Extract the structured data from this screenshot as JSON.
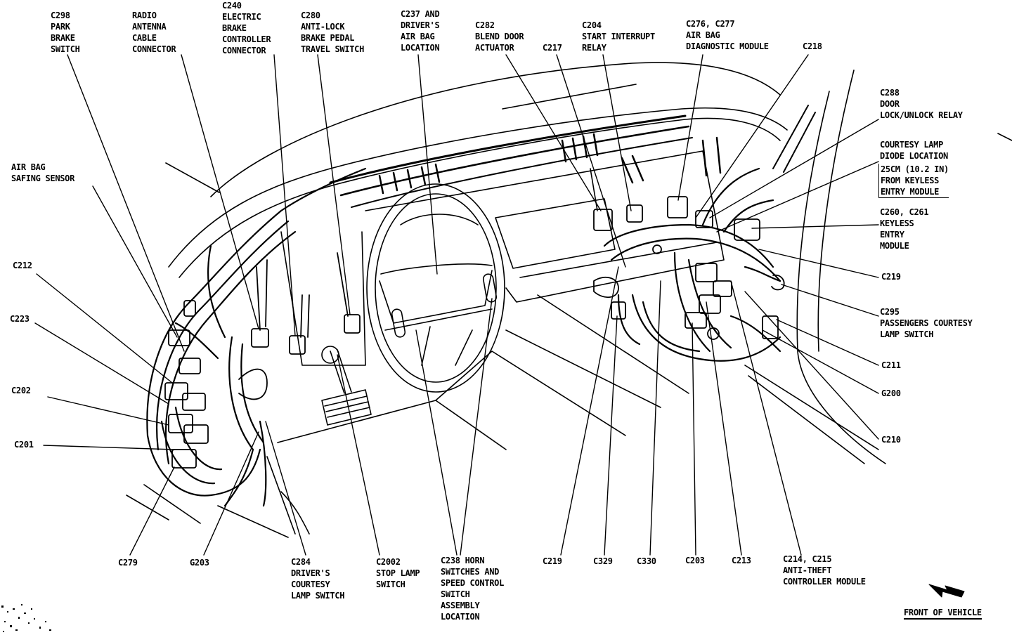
{
  "labels": {
    "c298": "C298\nPARK\nBRAKE\nSWITCH",
    "radio": "RADIO\nANTENNA\nCABLE\nCONNECTOR",
    "c240": "C240\nELECTRIC\nBRAKE\nCONTROLLER\nCONNECTOR",
    "c280": "C280\nANTI-LOCK\nBRAKE PEDAL\nTRAVEL SWITCH",
    "c237": "C237 AND\nDRIVER'S\nAIR BAG\nLOCATION",
    "c282": "C282\nBLEND DOOR\nACTUATOR",
    "c217": "C217",
    "c204": "C204\nSTART INTERRUPT\nRELAY",
    "c276": "C276, C277\nAIR BAG\nDIAGNOSTIC MODULE",
    "c218_top": "C218",
    "c288": "C288\nDOOR\nLOCK/UNLOCK RELAY",
    "courtesy_title": "COURTESY LAMP\nDIODE LOCATION",
    "courtesy_box": "25CM (10.2 IN)\nFROM KEYLESS\nENTRY MODULE",
    "c260": "C260, C261\nKEYLESS\nENTRY\nMODULE",
    "c219_right": "C219",
    "c295": "C295\nPASSENGERS COURTESY\nLAMP SWITCH",
    "c211": "C211",
    "g200": "G200",
    "c210": "C210",
    "airbag_sensor": "AIR BAG\nSAFING SENSOR",
    "c212": "C212",
    "c223": "C223",
    "c202": "C202",
    "c201": "C201",
    "c279": "C279",
    "g203": "G203",
    "c284": "C284\nDRIVER'S\nCOURTESY\nLAMP SWITCH",
    "c2002": "C2002\nSTOP LAMP\nSWITCH",
    "c238": "C238 HORN\nSWITCHES AND\nSPEED CONTROL\nSWITCH\nASSEMBLY\nLOCATION",
    "c219": "C219",
    "c329": "C329",
    "c330": "C330",
    "c203": "C203",
    "c213": "C213",
    "c214": "C214, C215\nANTI-THEFT\nCONTROLLER MODULE",
    "front": "FRONT OF VEHICLE"
  },
  "colors": {
    "ink": "#000000",
    "paper": "#ffffff"
  },
  "icons": {
    "front_arrow": "front-arrow-icon"
  }
}
